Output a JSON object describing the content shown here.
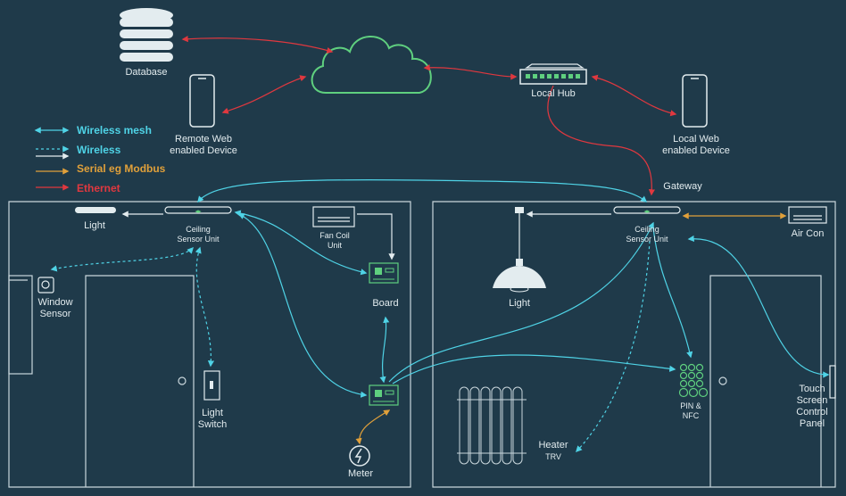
{
  "colors": {
    "background": "#1f3a4a",
    "wireless_mesh": "#4fd3e6",
    "wireless": "#4fd3e6",
    "wired": "#e3ecef",
    "serial": "#e0a03a",
    "ethernet": "#e0383f",
    "device_green": "#5fd07f",
    "room_line": "#c9d6dc"
  },
  "legend": {
    "wireless_mesh": "Wireless mesh",
    "wireless": "Wireless",
    "serial": "Serial eg Modbus",
    "ethernet": "Ethernet"
  },
  "cloud_layer": {
    "database": "Database",
    "remote_device": [
      "Remote Web",
      "enabled Device"
    ],
    "local_hub": "Local Hub",
    "local_device": [
      "Local Web",
      "enabled Device"
    ],
    "gateway": "Gateway"
  },
  "room_left": {
    "light": "Light",
    "ceiling_sensor": [
      "Ceiling",
      "Sensor Unit"
    ],
    "fan_coil": [
      "Fan Coil",
      "Unit"
    ],
    "window_sensor": [
      "Window",
      "Sensor"
    ],
    "board": "Board",
    "light_switch": [
      "Light",
      "Switch"
    ],
    "meter": "Meter"
  },
  "room_right": {
    "ceiling_sensor": [
      "Ceiling",
      "Sensor Unit"
    ],
    "air_con": "Air Con",
    "light": "Light",
    "pin_nfc": [
      "PIN &",
      "NFC"
    ],
    "touch_panel": [
      "Touch",
      "Screen",
      "Control",
      "Panel"
    ],
    "heater": "Heater",
    "heater_sub": "TRV"
  },
  "icons": {
    "database": "database-icon",
    "cloud": "cloud-icon",
    "phone": "smartphone-icon",
    "hub": "network-switch-icon",
    "ceiling_sensor": "ceiling-sensor-icon",
    "board": "circuit-board-icon",
    "meter": "meter-icon",
    "pendant_light": "pendant-light-icon",
    "radiator": "radiator-icon",
    "keypad": "keypad-icon",
    "door": "door-icon"
  }
}
